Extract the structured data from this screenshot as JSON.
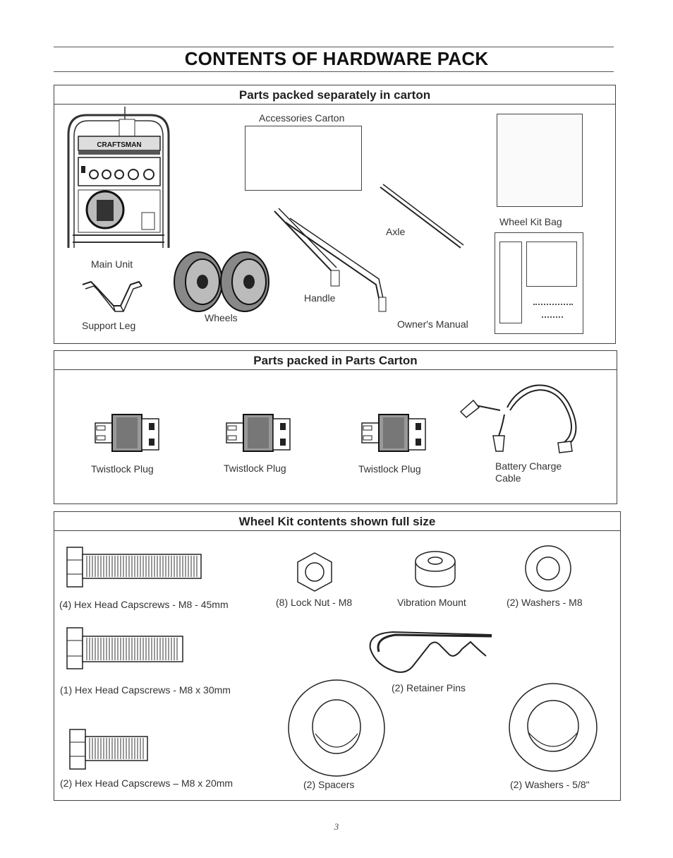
{
  "page": {
    "title": "CONTENTS OF HARDWARE PACK",
    "page_number": "3"
  },
  "section_carton": {
    "heading": "Parts packed separately in carton",
    "items": {
      "main_unit": "Main Unit",
      "brand": "CRAFTSMAN",
      "support_leg": "Support Leg",
      "wheels": "Wheels",
      "accessories_carton": "Accessories Carton",
      "handle": "Handle",
      "axle": "Axle",
      "wheel_kit_bag": "Wheel Kit Bag",
      "owners_manual": "Owner's Manual"
    }
  },
  "section_parts": {
    "heading": "Parts packed in Parts Carton",
    "items": {
      "plug1": "Twistlock Plug",
      "plug2": "Twistlock Plug",
      "plug3": "Twistlock Plug",
      "cable_line1": "Battery Charge",
      "cable_line2": "Cable"
    }
  },
  "section_wheelkit": {
    "heading": "Wheel Kit contents shown full size",
    "items": {
      "capscrew_45": "(4) Hex Head Capscrews - M8 - 45mm",
      "lock_nut": "(8) Lock Nut - M8",
      "vibration_mount": "Vibration Mount",
      "washers_m8": "(2) Washers - M8",
      "capscrew_30": "(1)  Hex Head Capscrews - M8 x 30mm",
      "retainer_pins": "(2) Retainer Pins",
      "capscrew_20": "(2) Hex Head Capscrews – M8 x 20mm",
      "spacers": "(2) Spacers",
      "washers_58": "(2) Washers - 5/8\""
    }
  }
}
